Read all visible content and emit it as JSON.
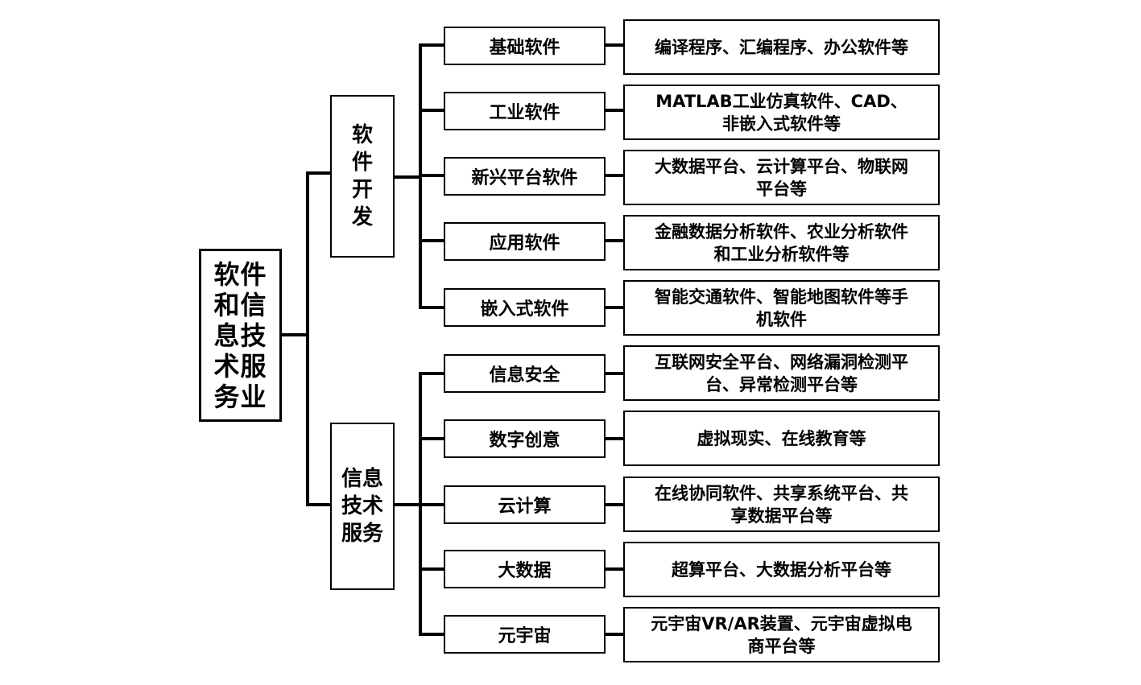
{
  "root": {
    "label": "软件和信息技术服务业"
  },
  "branches": [
    {
      "label": "软件开发",
      "items": [
        {
          "category": "基础软件",
          "description": "编译程序、汇编程序、办公软件等"
        },
        {
          "category": "工业软件",
          "description": "MATLAB工业仿真软件、CAD、非嵌入式软件等"
        },
        {
          "category": "新兴平台软件",
          "description": "大数据平台、云计算平台、物联网平台等"
        },
        {
          "category": "应用软件",
          "description": "金融数据分析软件、农业分析软件和工业分析软件等"
        },
        {
          "category": "嵌入式软件",
          "description": "智能交通软件、智能地图软件等手机软件"
        }
      ]
    },
    {
      "label": "信息技术服务",
      "items": [
        {
          "category": "信息安全",
          "description": "互联网安全平台、网络漏洞检测平台、异常检测平台等"
        },
        {
          "category": "数字创意",
          "description": "虚拟现实、在线教育等"
        },
        {
          "category": "云计算",
          "description": "在线协同软件、共享系统平台、共享数据平台等"
        },
        {
          "category": "大数据",
          "description": "超算平台、大数据分析平台等"
        },
        {
          "category": "元宇宙",
          "description": "元宇宙VR/AR装置、元宇宙虚拟电商平台等"
        }
      ]
    }
  ]
}
